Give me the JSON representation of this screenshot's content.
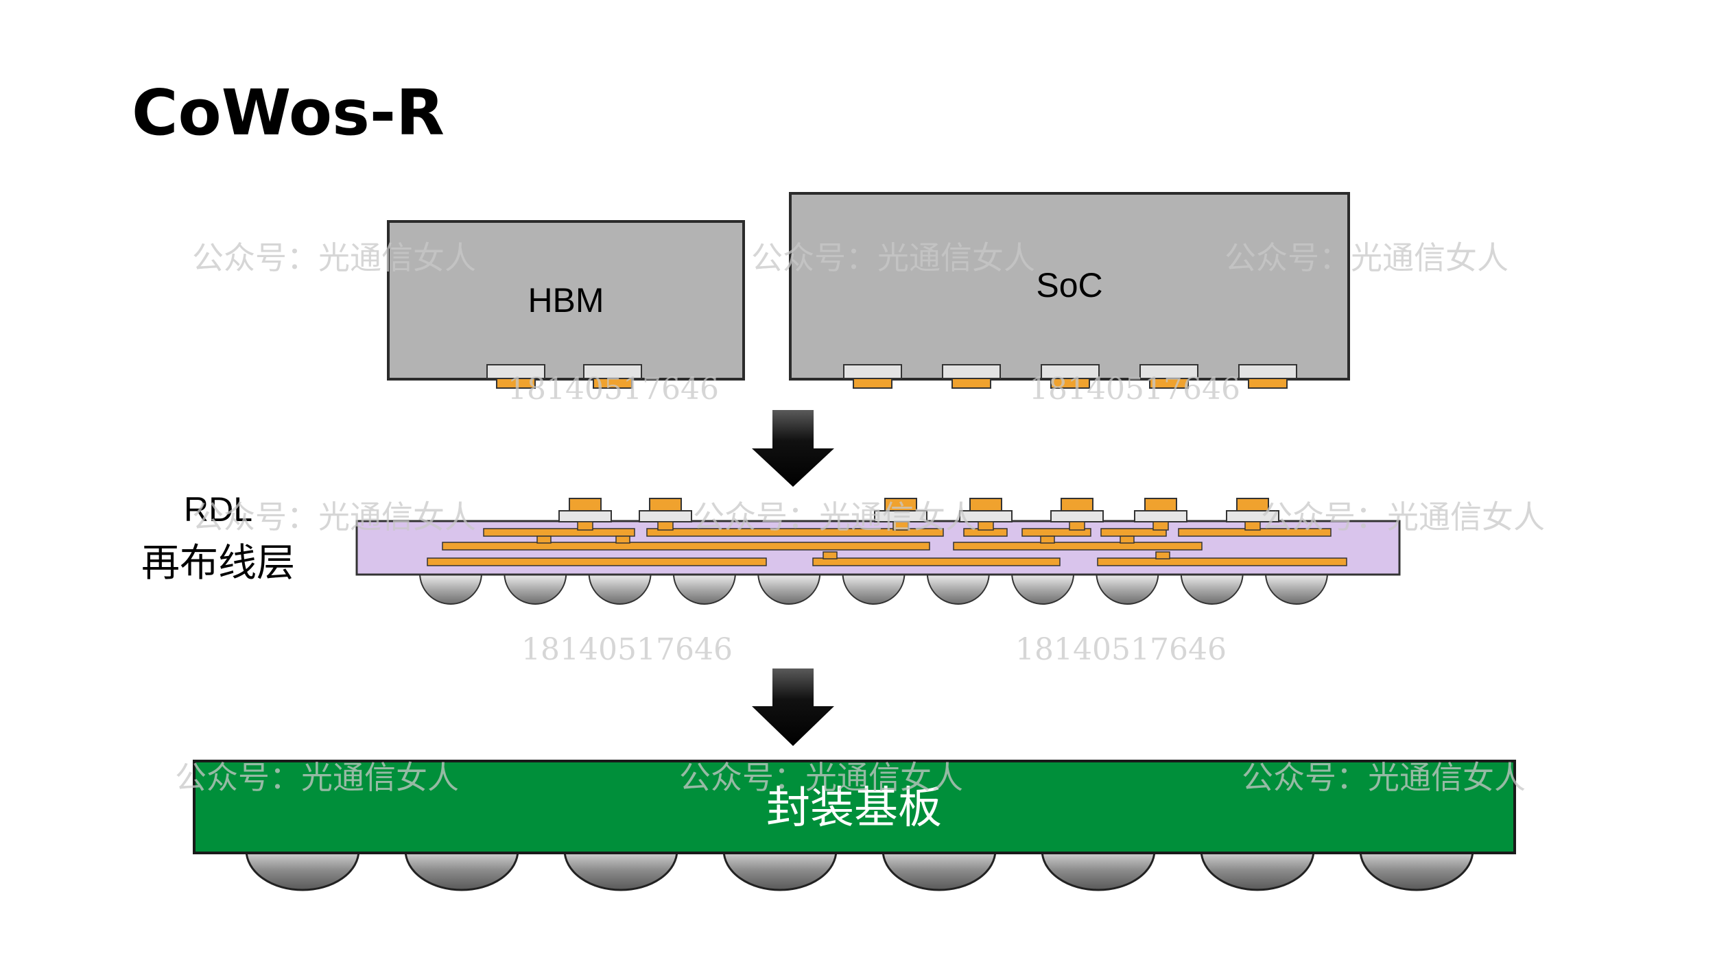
{
  "title": "CoWos-R",
  "chips": {
    "hbm": {
      "label": "HBM",
      "color": "#b3b3b3",
      "pad_count": 2
    },
    "soc": {
      "label": "SoC",
      "color": "#b3b3b3",
      "pad_count": 5
    }
  },
  "rdl": {
    "label_line1": "RDL",
    "label_line2": "再布线层",
    "fill_color": "#d9c4ec",
    "trace_color": "#f0a22e",
    "bump_count": 11,
    "top_pad_count": 7
  },
  "substrate": {
    "label": "封装基板",
    "color": "#008f3a",
    "ball_count": 8
  },
  "watermarks": {
    "account": "公众号：光通信女人",
    "phone": "18140517646"
  }
}
